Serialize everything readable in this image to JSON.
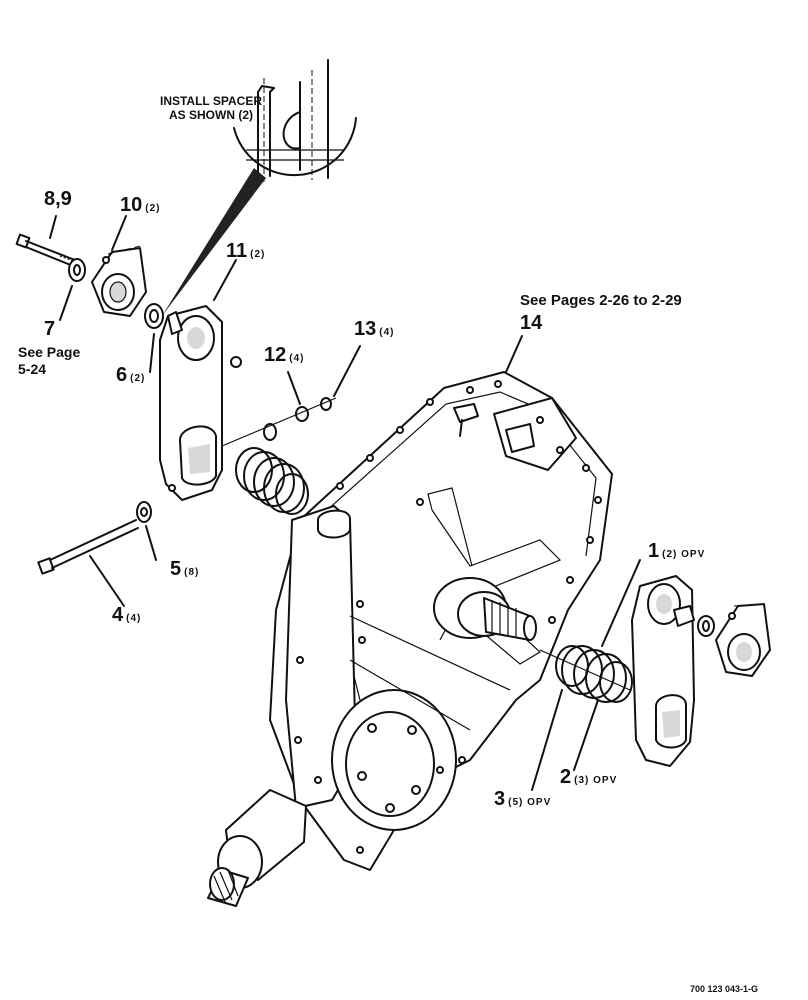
{
  "detail": {
    "line1": "INSTALL SPACER",
    "line2": "AS SHOWN (2)"
  },
  "callouts": [
    {
      "id": "8_9",
      "num": "8,9",
      "qty": ""
    },
    {
      "id": "10",
      "num": "10",
      "qty": "(2)"
    },
    {
      "id": "11",
      "num": "11",
      "qty": "(2)"
    },
    {
      "id": "7",
      "num": "7",
      "qty": ""
    },
    {
      "id": "6",
      "num": "6",
      "qty": "(2)"
    },
    {
      "id": "12",
      "num": "12",
      "qty": "(4)"
    },
    {
      "id": "13",
      "num": "13",
      "qty": "(4)"
    },
    {
      "id": "14",
      "num": "14",
      "qty": ""
    },
    {
      "id": "5",
      "num": "5",
      "qty": "(8)"
    },
    {
      "id": "4",
      "num": "4",
      "qty": "(4)"
    },
    {
      "id": "1",
      "num": "1",
      "qty": "(2) OPV"
    },
    {
      "id": "2",
      "num": "2",
      "qty": "(3) OPV"
    },
    {
      "id": "3",
      "num": "3",
      "qty": "(5) OPV"
    }
  ],
  "references": {
    "see_page_line1": "See Page",
    "see_page_line2": "5-24",
    "see_pages": "See Pages 2-26 to 2-29"
  },
  "figure_id": "700 123 043-1-G"
}
